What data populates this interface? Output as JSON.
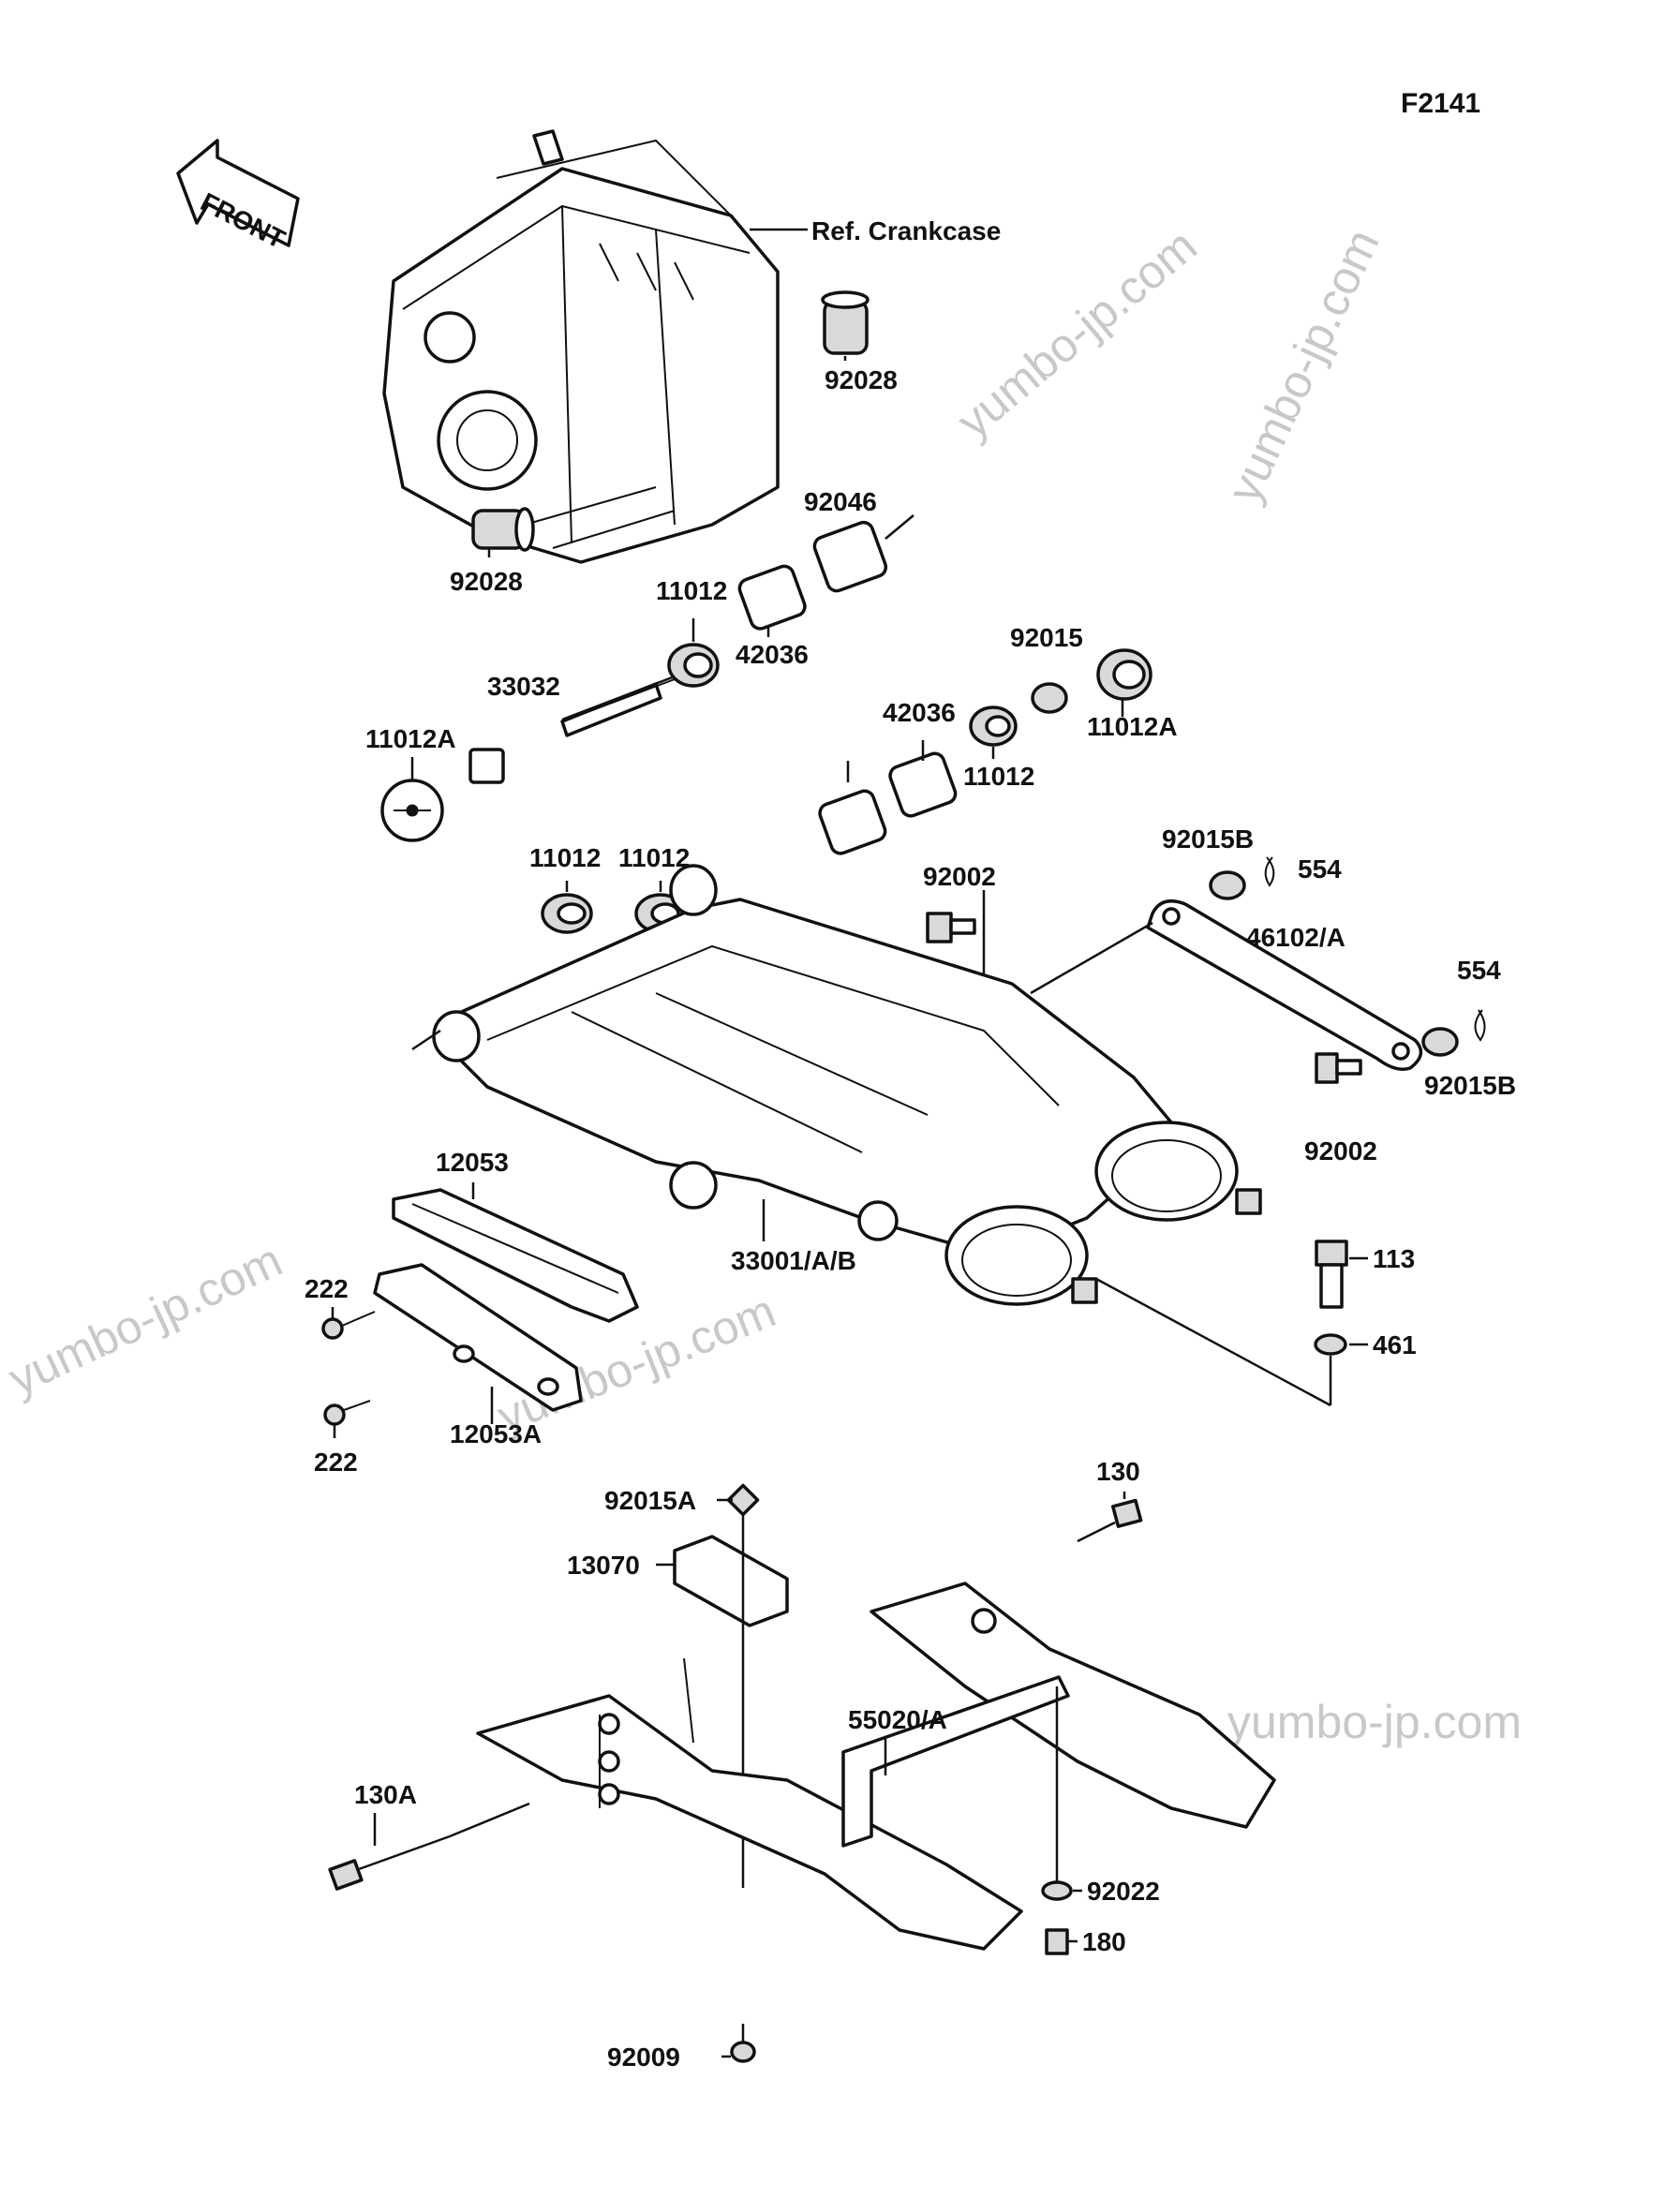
{
  "figure_code": "F2141",
  "front_arrow_label": "FRONT",
  "ref_label": "Ref. Crankcase",
  "watermark": "yumbo-jp.com",
  "part_labels": [
    "92028",
    "92028",
    "92046",
    "11012",
    "42036",
    "33032",
    "11012A",
    "92015",
    "11012A",
    "42036",
    "11012",
    "11012",
    "11012",
    "92002",
    "92015B",
    "554",
    "46102/A",
    "554",
    "92015B",
    "92002",
    "12053",
    "33001/A/B",
    "222",
    "222",
    "12053A",
    "113",
    "461",
    "130",
    "92015A",
    "13070",
    "55020/A",
    "130A",
    "92022",
    "180",
    "92009"
  ]
}
